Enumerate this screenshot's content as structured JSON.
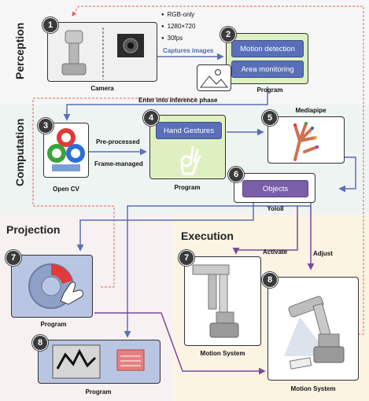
{
  "sections": {
    "perception": "Perception",
    "computation": "Computation",
    "projection": "Projection",
    "execution": "Execution"
  },
  "nodes": {
    "n1": {
      "number": "1",
      "caption": "Camera"
    },
    "n2": {
      "number": "2",
      "caption": "Program",
      "buttons": [
        "Motion detection",
        "Area monitoring"
      ]
    },
    "n3": {
      "number": "3",
      "caption": "Open CV"
    },
    "n4": {
      "number": "4",
      "caption": "Program",
      "button": "Hand Gestures"
    },
    "n5": {
      "number": "5",
      "caption": "Mediapipe"
    },
    "n6": {
      "number": "6",
      "caption": "Yolo8",
      "button": "Objects"
    },
    "n7p": {
      "number": "7",
      "caption": "Program"
    },
    "n8p": {
      "number": "8",
      "caption": "Program"
    },
    "n7e": {
      "number": "7",
      "caption": "Motion System"
    },
    "n8e": {
      "number": "8",
      "caption": "Motion System"
    }
  },
  "camera_specs": [
    "RGB-only",
    "1280×720",
    "30fps"
  ],
  "edge_labels": {
    "captures": "Captures images",
    "inference": "Enter into inference phase",
    "preprocessed": "Pre-processed",
    "framemanaged": "Frame-managed",
    "activate": "Activate",
    "adjust": "Adjust"
  },
  "colors": {
    "program_fill": "#dff0c0",
    "program_border": "#333333",
    "pill": "#5a6fb8",
    "arrow_blue": "#5a6fb8",
    "arrow_purple": "#7a4a9a",
    "dashed_red": "#e06060",
    "gauge_red": "#e23a3a"
  }
}
